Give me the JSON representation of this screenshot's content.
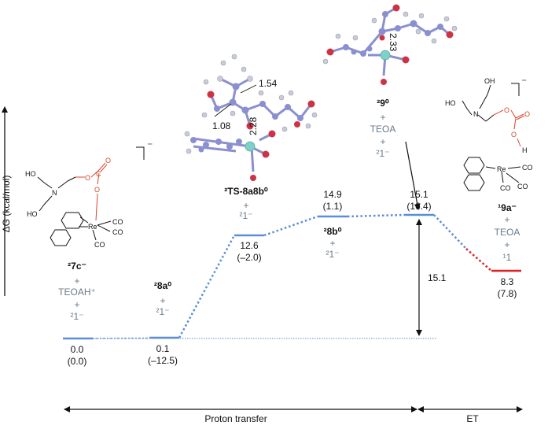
{
  "axis": {
    "ylabel": "ΔG (kcal/mol)"
  },
  "colors": {
    "level": "#5b8ed6",
    "et": "#e02020",
    "carbonyl": "#d9452b",
    "black": "#111111",
    "grey": "#6a7a88"
  },
  "states": [
    {
      "name": "7c",
      "label": "²7c⁻",
      "lines": [
        "+",
        "TEOAH⁺",
        "+",
        "²1⁻"
      ],
      "energy": "0.0",
      "energy_alt": "(0.0)"
    },
    {
      "name": "8a",
      "label": "²8a⁰",
      "lines": [
        "+",
        "²1⁻"
      ],
      "energy": "0.1",
      "energy_alt": "(–12.5)"
    },
    {
      "name": "ts",
      "label": "²TS-8a8b⁰",
      "lines": [
        "+",
        "²1⁻"
      ],
      "energy": "12.6",
      "energy_alt": "(–2.0)"
    },
    {
      "name": "8b",
      "label": "²8b⁰",
      "lines": [
        "+",
        "²1⁻"
      ],
      "energy": "14.9",
      "energy_alt": "(1.1)"
    },
    {
      "name": "9",
      "label": "²9⁰",
      "lines": [
        "+",
        "TEOA",
        "+",
        "²1⁻"
      ],
      "energy": "15.1",
      "energy_alt": "(16.4)"
    },
    {
      "name": "9a",
      "label": "¹9a⁻",
      "lines": [
        "+",
        "TEOA",
        "+",
        "¹1"
      ],
      "energy": "8.3",
      "energy_alt": "(7.8)"
    }
  ],
  "barrier": {
    "value": "15.1"
  },
  "distances": {
    "d1": "1.54",
    "d2": "1.08",
    "d3": "2.28",
    "d4": "2.33"
  },
  "charges": {
    "c7c": "⁻",
    "c9a": "⁻"
  },
  "molecules": {
    "ho": "HO",
    "oh": "OH",
    "n": "N",
    "re": "Re",
    "co": "CO",
    "o": "O",
    "c": "C",
    "h": "H"
  },
  "sections": {
    "pt": "Proton transfer",
    "et": "ET"
  }
}
